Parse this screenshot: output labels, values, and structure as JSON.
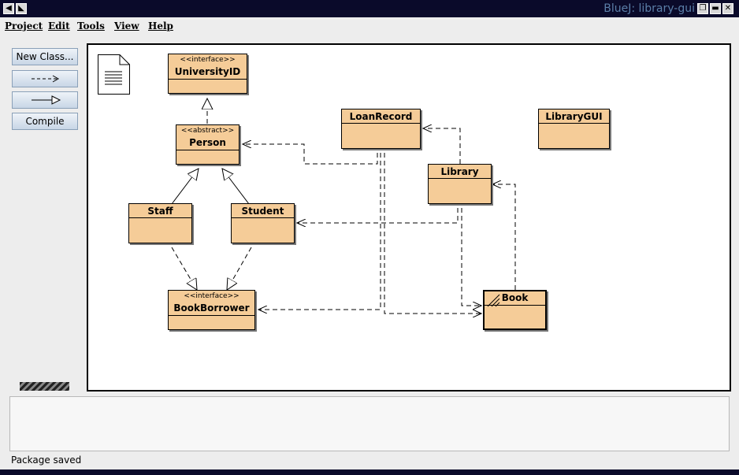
{
  "window": {
    "title": "BlueJ:  library-gui"
  },
  "menu": [
    {
      "label": "Project"
    },
    {
      "label": "Edit"
    },
    {
      "label": "Tools"
    },
    {
      "label": "View"
    },
    {
      "label": "Help"
    }
  ],
  "toolbar": {
    "new_class": "New Class...",
    "compile": "Compile"
  },
  "classes": {
    "university_id": {
      "stereotype": "<<interface>>",
      "name": "UniversityID"
    },
    "person": {
      "stereotype": "<<abstract>>",
      "name": "Person"
    },
    "staff": {
      "name": "Staff"
    },
    "student": {
      "name": "Student"
    },
    "book_borrower": {
      "stereotype": "<<interface>>",
      "name": "BookBorrower"
    },
    "loan_record": {
      "name": "LoanRecord"
    },
    "library": {
      "name": "Library"
    },
    "library_gui": {
      "name": "LibraryGUI"
    },
    "book": {
      "name": "Book"
    }
  },
  "status": {
    "text": "Package saved"
  }
}
